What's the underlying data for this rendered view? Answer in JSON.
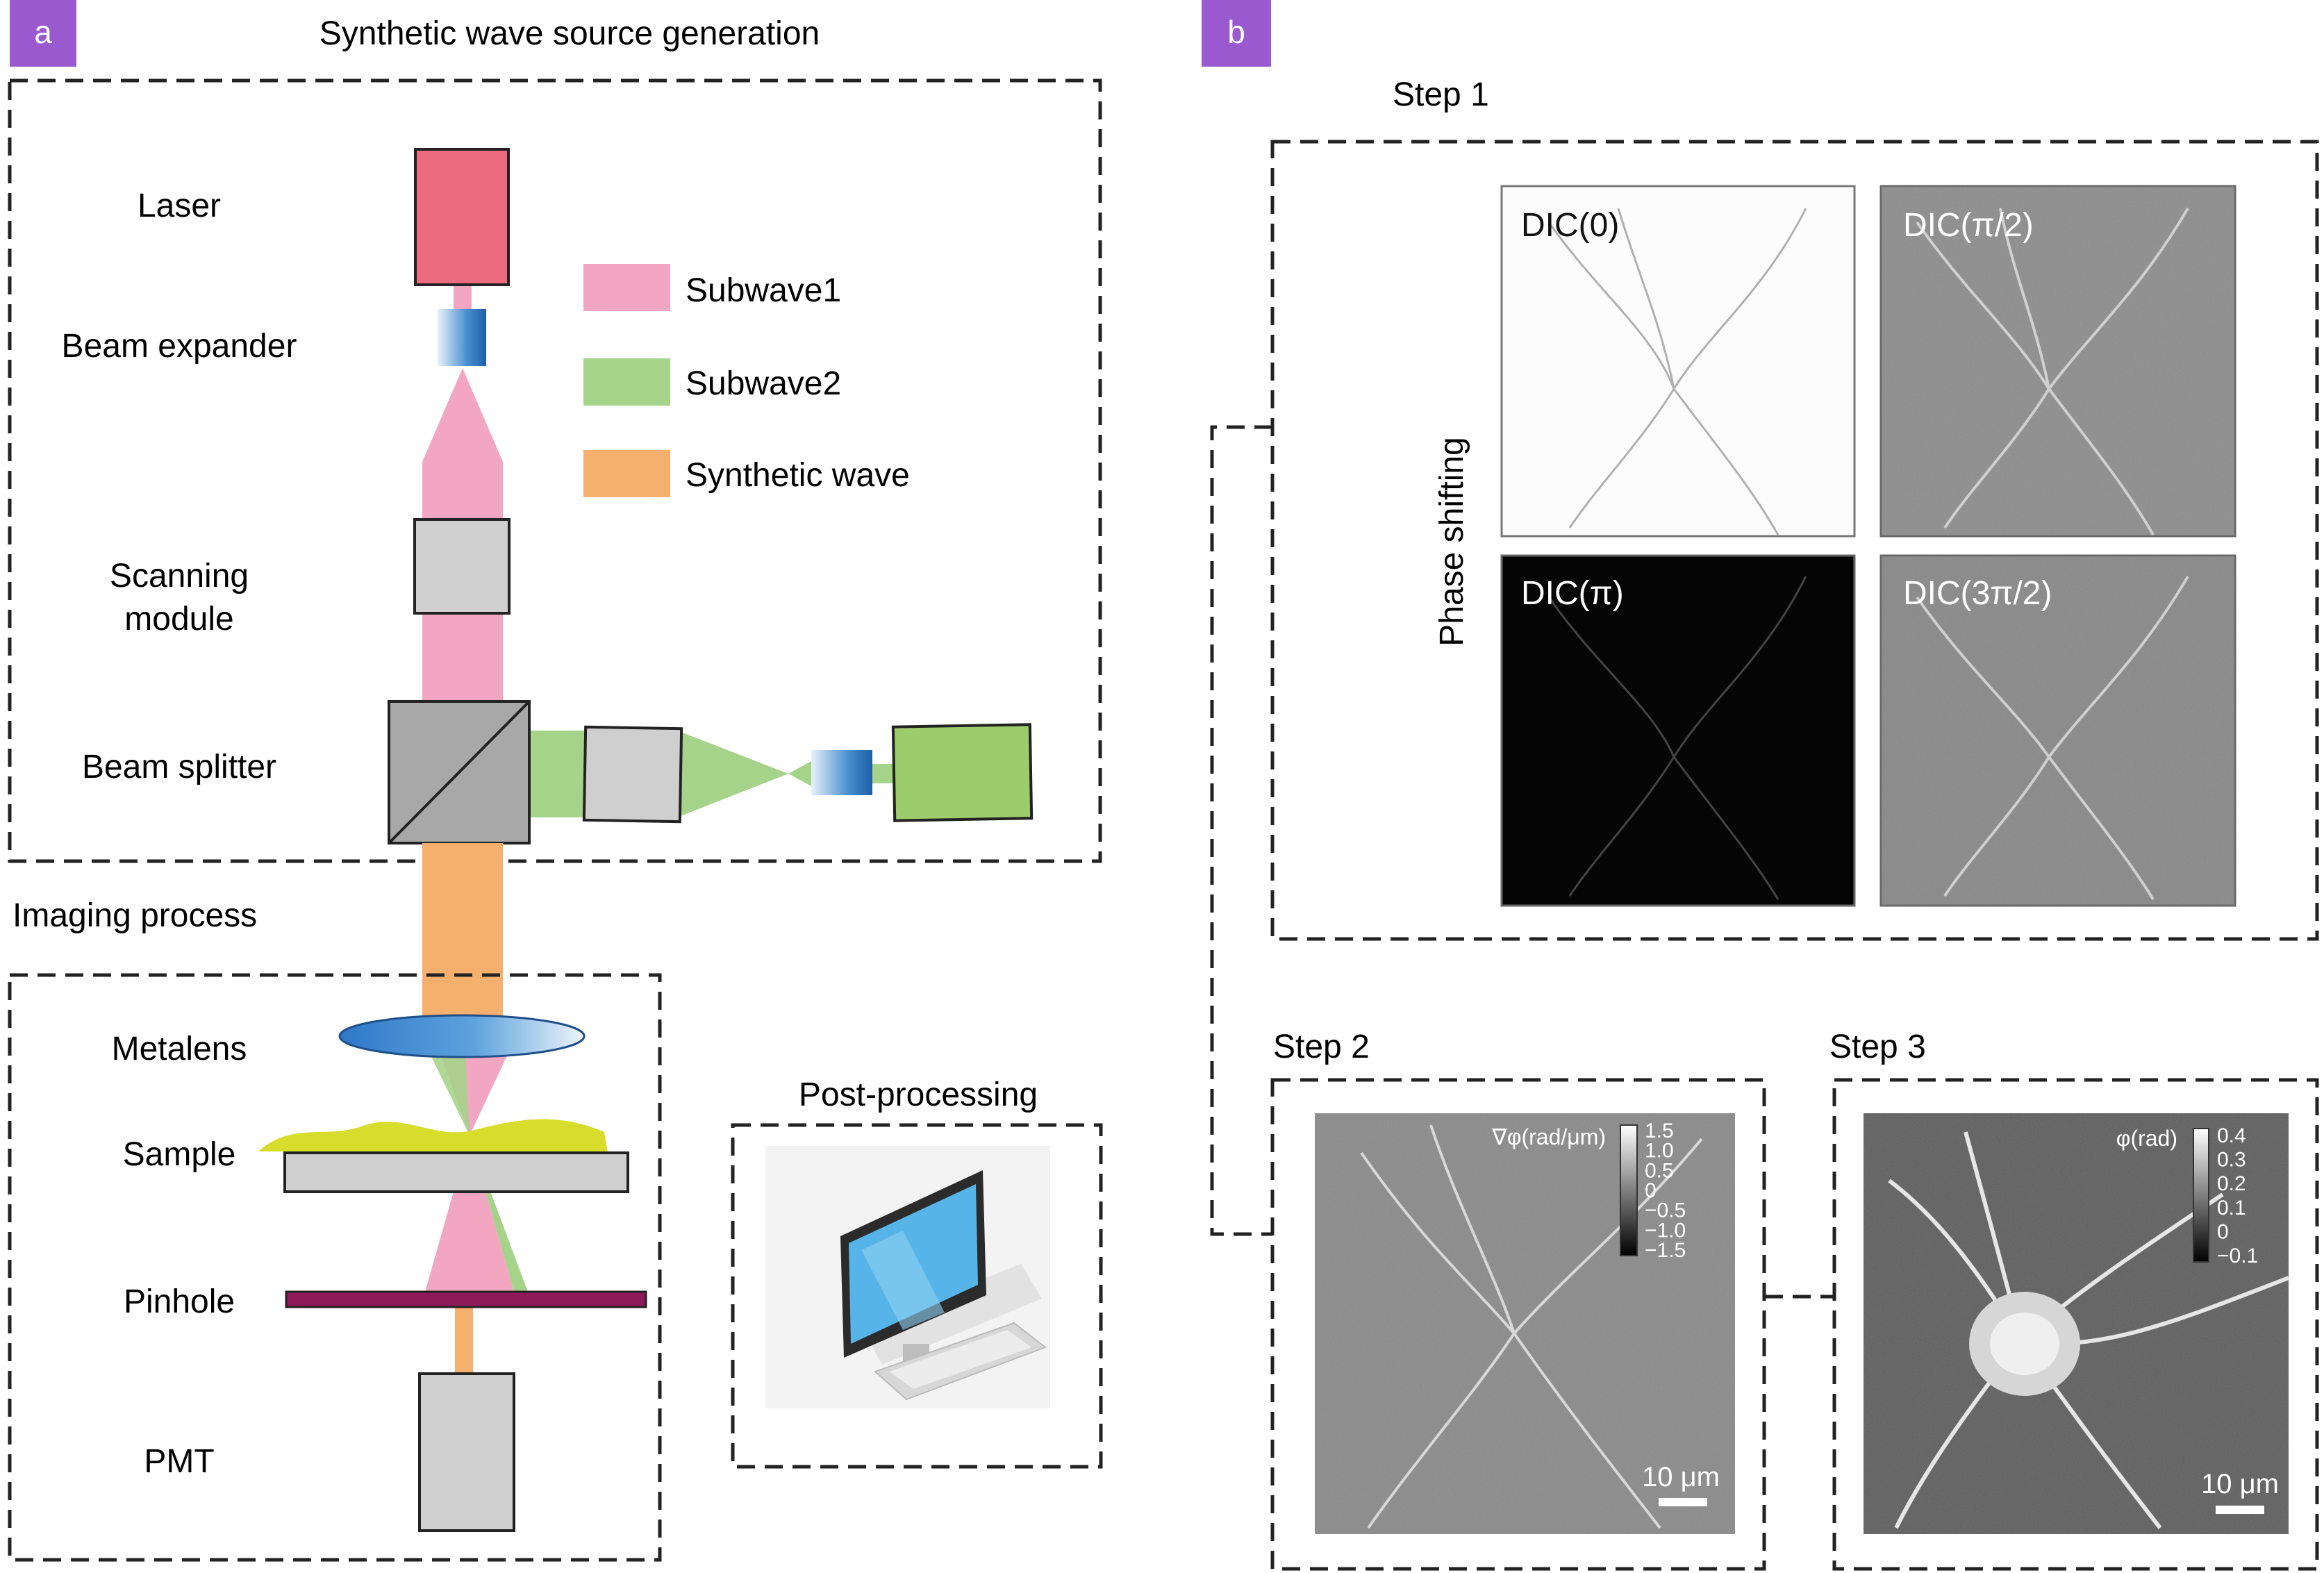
{
  "panel_a": {
    "badge": "a",
    "title": "Synthetic wave source generation",
    "labels": {
      "laser": "Laser",
      "beam_expander": "Beam expander",
      "scanning_1": "Scanning",
      "scanning_2": "module",
      "beam_splitter": "Beam splitter",
      "imaging_process": "Imaging process",
      "metalens": "Metalens",
      "sample": "Sample",
      "pinhole": "Pinhole",
      "pmt": "PMT",
      "post_processing": "Post-processing"
    },
    "legend": [
      {
        "label": "Subwave1",
        "color": "#f2a6c2"
      },
      {
        "label": "Subwave2",
        "color": "#a6d38a"
      },
      {
        "label": "Synthetic wave",
        "color": "#f5b06e"
      }
    ]
  },
  "panel_b": {
    "badge": "b",
    "step1": "Step 1",
    "step2": "Step 2",
    "step3": "Step 3",
    "phase_shifting": "Phase shifting",
    "dic_images": [
      "DIC(0)",
      "DIC(π/2)",
      "DIC(π)",
      "DIC(3π/2)"
    ],
    "step2_colorbar": {
      "label": "∇φ(rad/μm)",
      "ticks": [
        "1.5",
        "1.0",
        "0.5",
        "0",
        "−0.5",
        "−1.0",
        "−1.5"
      ]
    },
    "step3_colorbar": {
      "label": "φ(rad)",
      "ticks": [
        "0.4",
        "0.3",
        "0.2",
        "0.1",
        "0",
        "−0.1"
      ]
    },
    "scale_bar": "10 μm"
  },
  "colors": {
    "badge": "#9b59d0",
    "laser": "#ec6b7e",
    "subwave1": "#f2a6c2",
    "subwave2": "#a6d38a",
    "synthetic": "#f5b06e",
    "green_box": "#9ccc6c",
    "pinhole": "#8e1a5c",
    "sample": "#d8dc2a",
    "grey_block": "#cfcfcf"
  }
}
